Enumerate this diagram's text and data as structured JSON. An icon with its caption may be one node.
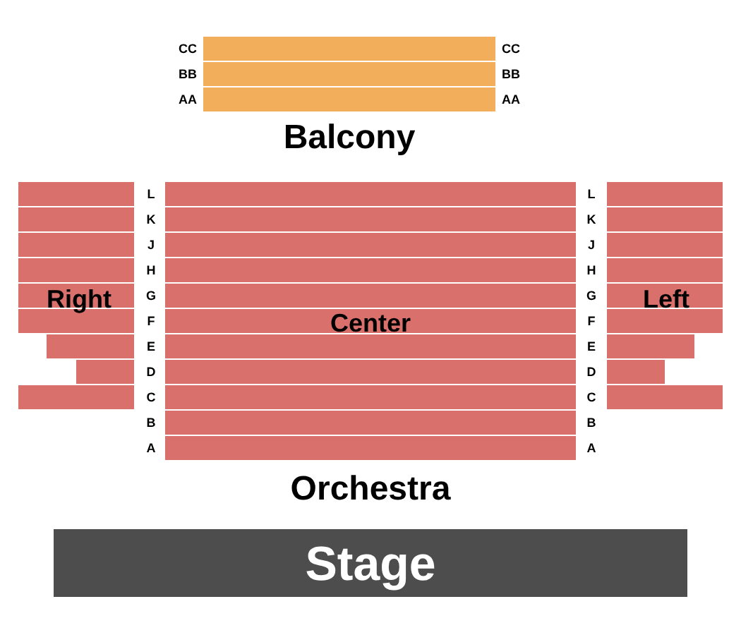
{
  "diagram": {
    "nodes": [
      {
        "text": [
          "Balcony"
        ]
      },
      {
        "text": [
          "Right"
        ]
      },
      {
        "text": [
          "Center"
        ]
      },
      {
        "text": [
          "Left"
        ]
      },
      {
        "text": [
          "Stage"
        ]
      }
    ],
    "labels": [
      "CC",
      "CC",
      "BB",
      "BB",
      "AA",
      "AA",
      "L",
      "L",
      "K",
      "K",
      "J",
      "J",
      "H",
      "H",
      "G",
      "G",
      "F",
      "F",
      "E",
      "E",
      "D",
      "D",
      "C",
      "C",
      "B",
      "B",
      "A",
      "A",
      "Orchestra"
    ]
  }
}
